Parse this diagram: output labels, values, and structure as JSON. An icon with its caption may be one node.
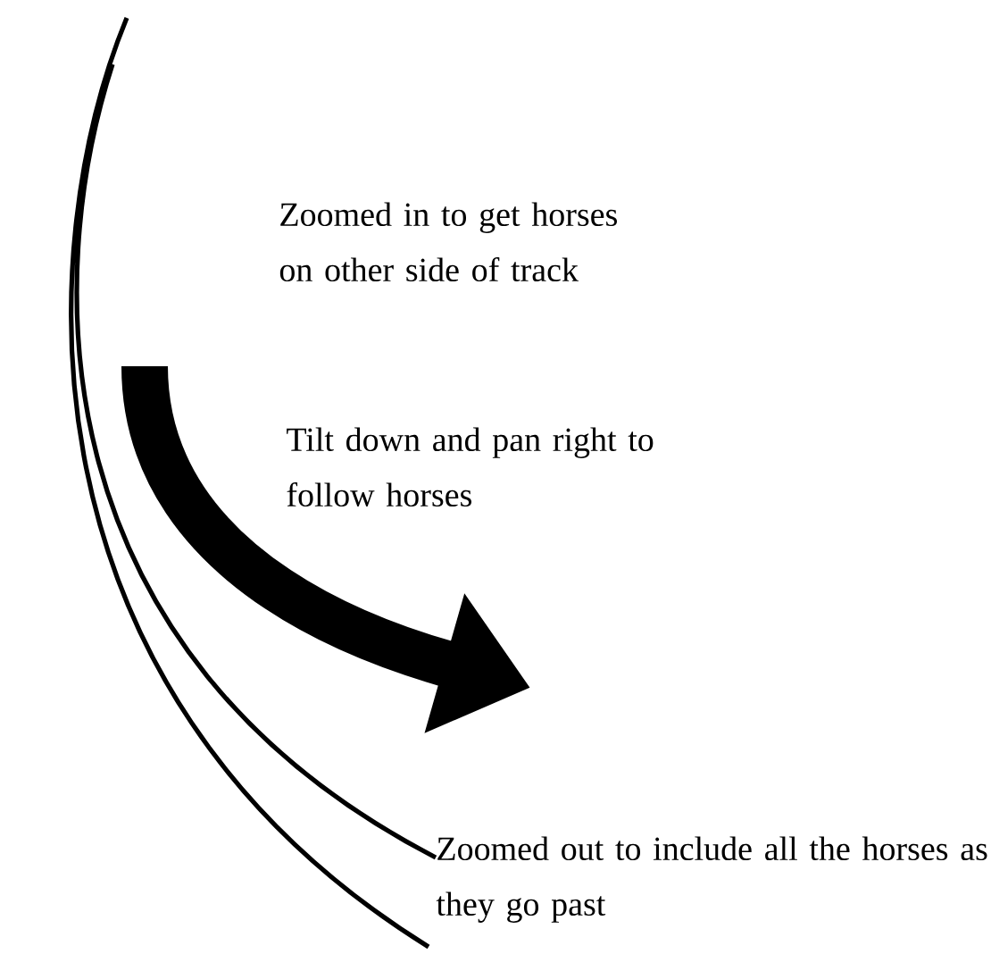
{
  "diagram": {
    "labels": [
      "Zoomed in to get horses on other side of track",
      "Tilt down and pan right to follow horses",
      "Zoomed out to include all the horses as they go past"
    ]
  }
}
